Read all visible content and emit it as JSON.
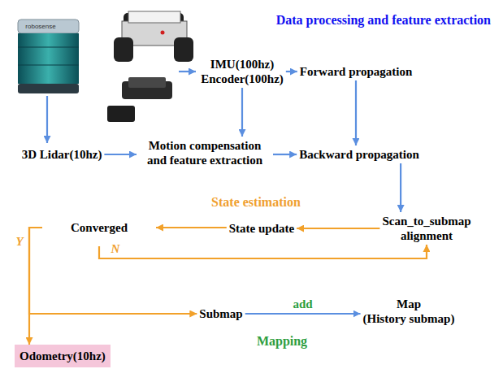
{
  "diagram": {
    "nodes": [
      {
        "text": [
          "Data processing and feature extraction"
        ]
      },
      {
        "text": [
          "IMU(100hz) Encoder(100hz)"
        ],
        "in": 0
      },
      {
        "text": [
          "Forward propagation"
        ],
        "in": 0
      },
      {
        "text": [
          "3D Lidar(10hz)"
        ],
        "in": 0
      },
      {
        "text": [
          "Motion compensation and feature extraction"
        ],
        "in": 0
      },
      {
        "text": [
          "Backward propagation"
        ],
        "in": 0
      },
      {
        "text": [
          "State estimation"
        ]
      },
      {
        "text": [
          "Converged"
        ],
        "in": 6
      },
      {
        "text": [
          "State update"
        ],
        "in": 6
      },
      {
        "text": [
          "Scan_to_submap alignment"
        ],
        "in": 6
      },
      {
        "text": [
          "Mapping"
        ]
      },
      {
        "text": [
          "Submap"
        ],
        "in": 10
      },
      {
        "text": [
          "Map",
          "(History submap)"
        ],
        "in": 10
      },
      {
        "text": [
          "Odometry(10hz)"
        ]
      }
    ],
    "edges": [
      {
        "from": 1,
        "to": 2,
        "arrow": "to"
      },
      {
        "from": 2,
        "to": 5,
        "arrow": "to"
      },
      {
        "from": 1,
        "to": 4,
        "arrow": "to"
      },
      {
        "from": 3,
        "to": 4,
        "arrow": "to"
      },
      {
        "from": 4,
        "to": 5,
        "arrow": "to"
      },
      {
        "from": 5,
        "to": 9,
        "arrow": "to"
      },
      {
        "from": 9,
        "to": 8,
        "arrow": "to"
      },
      {
        "from": 8,
        "to": 7,
        "arrow": "to"
      },
      {
        "from": 7,
        "to": 9,
        "arrow": "to"
      },
      {
        "from": 7,
        "to": 13,
        "arrow": "to"
      },
      {
        "from": 7,
        "to": 11,
        "arrow": "to"
      },
      {
        "from": 11,
        "to": 12,
        "label": "add",
        "arrow": "to"
      }
    ],
    "labels": [
      "robosense",
      "Y",
      "N"
    ]
  }
}
